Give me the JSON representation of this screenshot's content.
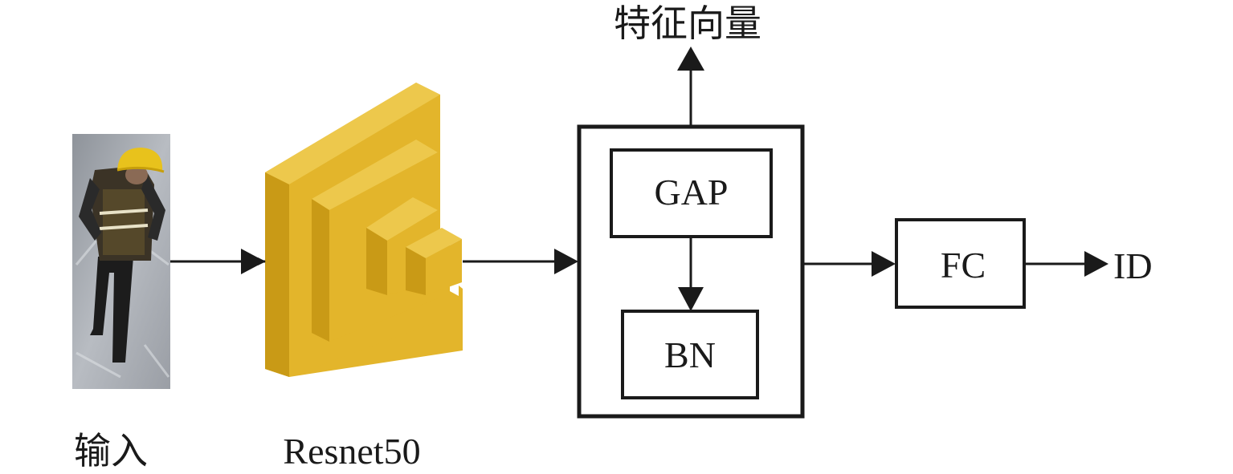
{
  "diagram": {
    "input_label": "输入",
    "backbone_label": "Resnet50",
    "feature_vector_label": "特征向量",
    "gap_label": "GAP",
    "bn_label": "BN",
    "fc_label": "FC",
    "output_label": "ID"
  },
  "colors": {
    "backbone_front": "#E3B52B",
    "backbone_side": "#C99A16",
    "backbone_top": "#EDC84C",
    "stroke": "#1a1a1a"
  },
  "icons": {
    "input_image": "person-in-hard-hat-icon",
    "backbone": "stacked-blocks-icon"
  }
}
